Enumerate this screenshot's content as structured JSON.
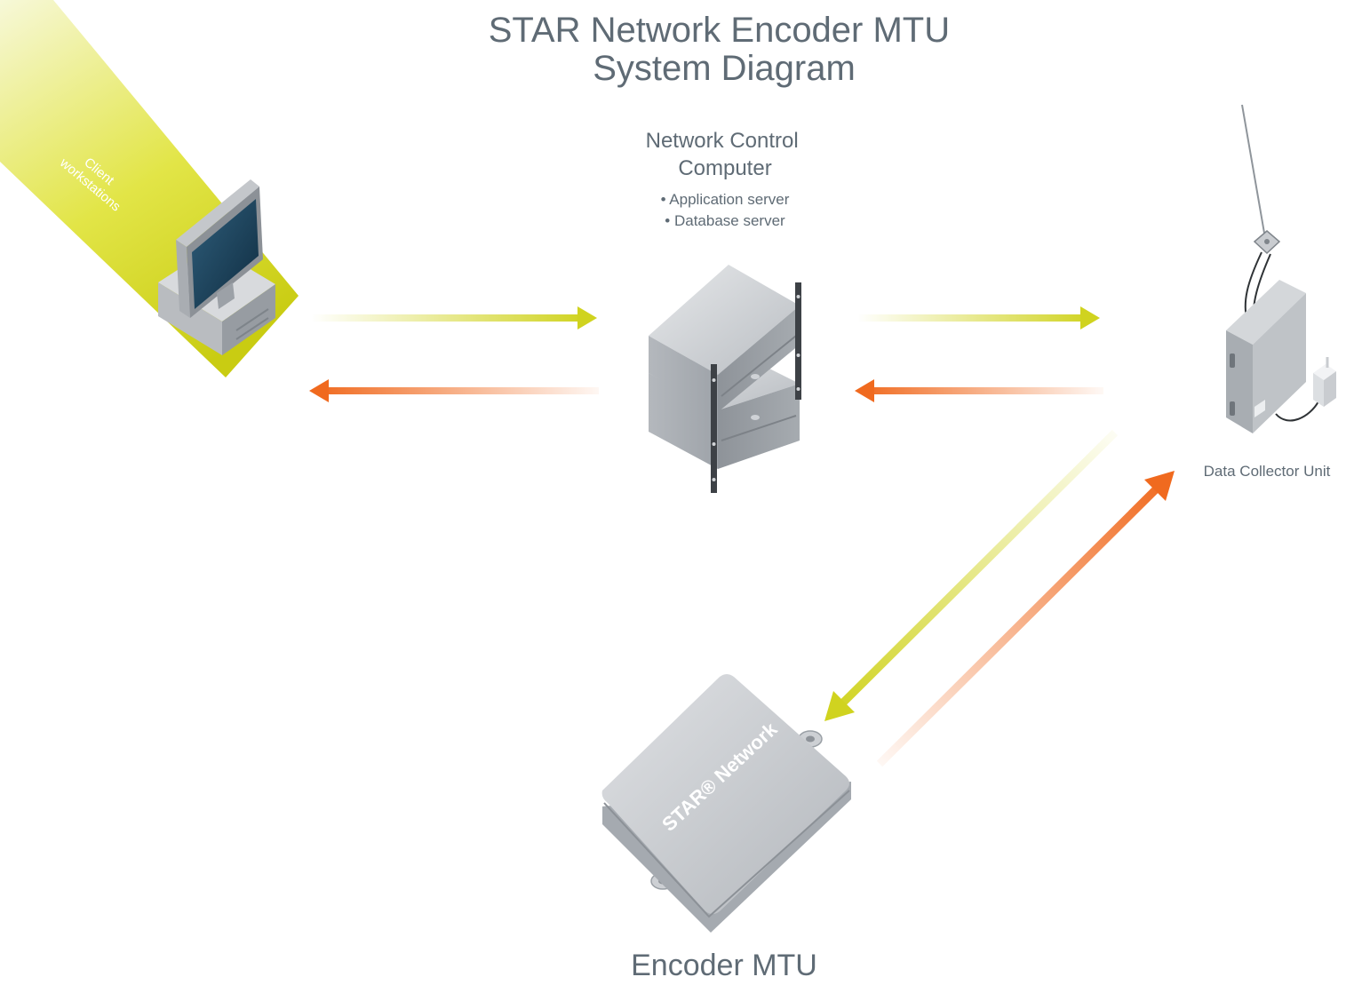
{
  "title": {
    "line1": "STAR Network Encoder MTU",
    "line2": "System Diagram"
  },
  "nodes": {
    "client": {
      "label_line1": "Client",
      "label_line2": "workstations"
    },
    "network_control": {
      "title_line1": "Network Control",
      "title_line2": "Computer",
      "bullets": [
        "• Application server",
        "• Database server"
      ]
    },
    "data_collector": {
      "label": "Data Collector Unit"
    },
    "encoder": {
      "label": "Encoder MTU",
      "logo_text": "STAR® Network"
    }
  },
  "colors": {
    "request_arrow": "#cfd224",
    "response_arrow": "#f07022",
    "title_text": "#5f6b75",
    "band": "#dfe33a"
  }
}
